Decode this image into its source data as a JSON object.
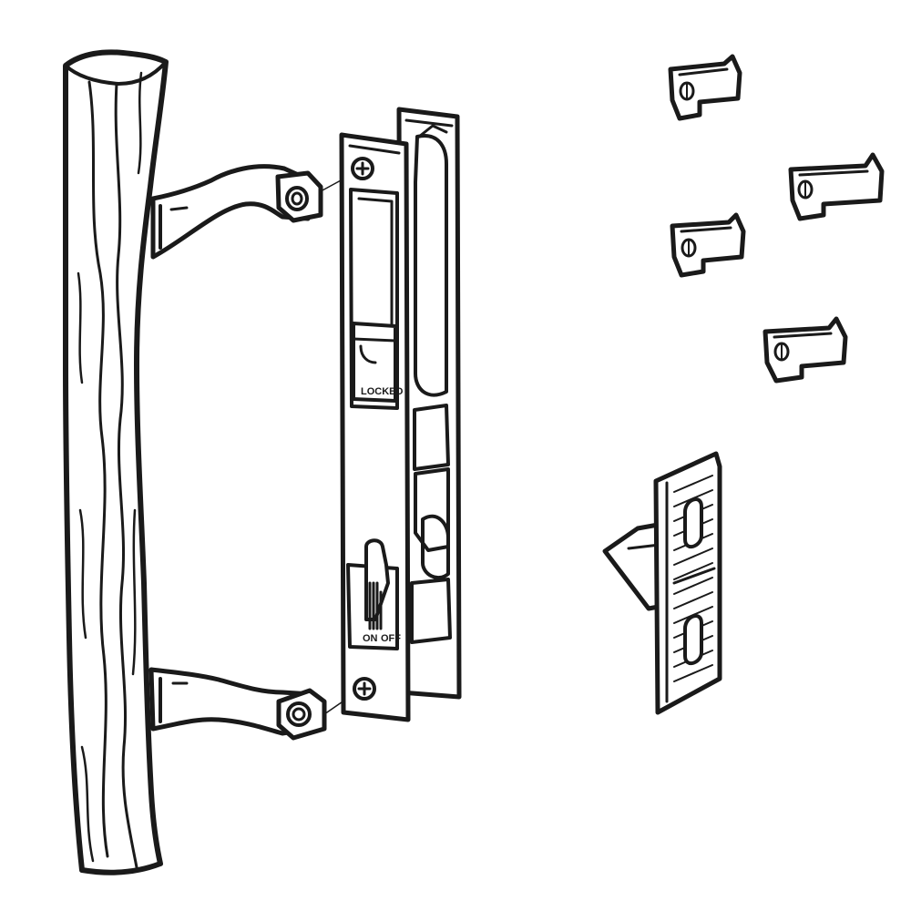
{
  "diagram": {
    "labels": {
      "locked": "LOCKED",
      "on": "ON",
      "off": "OFF"
    }
  },
  "colors": {
    "line": "#1a1a1a",
    "background": "#ffffff"
  }
}
